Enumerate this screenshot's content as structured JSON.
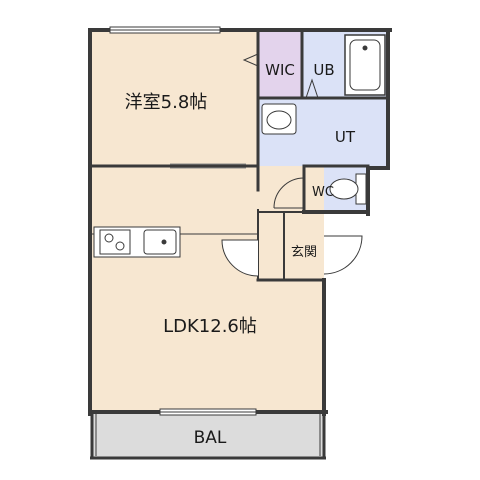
{
  "rooms": {
    "western_room": "洋室5.8帖",
    "wic": "WIC",
    "ub": "UB",
    "ut": "UT",
    "wc": "WC",
    "entrance": "玄関",
    "ldk": "LDK12.6帖",
    "balcony": "BAL"
  },
  "colors": {
    "living_floor": "#f7e7d1",
    "wet_area": "#dbe2f7",
    "wic_floor": "#e3d3ec",
    "entrance_floor": "#e7e7e7",
    "balcony_floor": "#dcdcdc",
    "wall": "#3a3a3a"
  }
}
